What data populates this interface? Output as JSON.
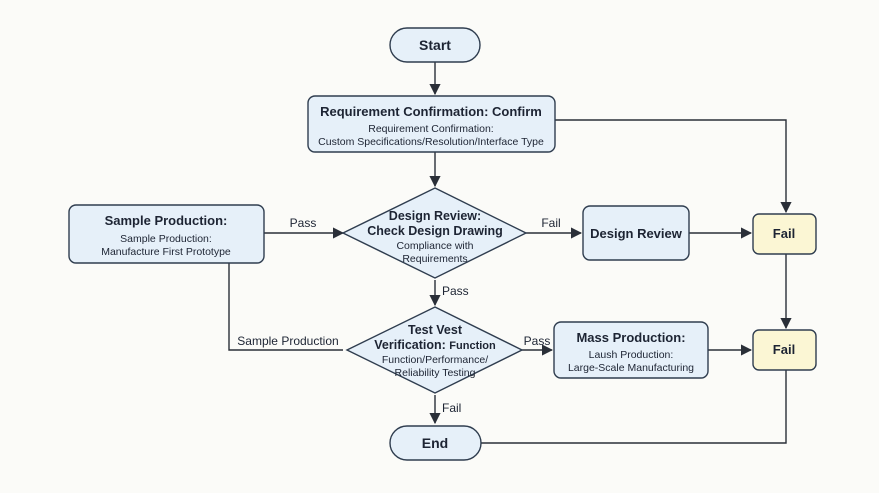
{
  "nodes": {
    "start": {
      "label": "Start"
    },
    "requirement": {
      "title": "Requirement Confirmation: Confirm",
      "line1": "Requirement Confirmation:",
      "line2": "Custom Specifications/Resolution/Interface Type"
    },
    "sample_production": {
      "title": "Sample Production:",
      "line1": "Sample Production:",
      "line2": "Manufacture First Prototype"
    },
    "design_review_decision": {
      "title1": "Design Review:",
      "title2": "Check Design Drawing",
      "line1": "Compliance with",
      "line2": "Requirements"
    },
    "design_review_box": {
      "label": "Design Review"
    },
    "fail_top": {
      "label": "Fail"
    },
    "test_decision": {
      "title1": "Test Vest",
      "title2a": "Verification:",
      "title2b": "Function",
      "line1": "Function/Performance/",
      "line2": "Reliability Testing"
    },
    "mass_production": {
      "title": "Mass Production:",
      "line1": "Laush Production:",
      "line2": "Large-Scale Manufacturing"
    },
    "fail_bottom": {
      "label": "Fail"
    },
    "end": {
      "label": "End"
    }
  },
  "edge_labels": {
    "sample_to_review": "Pass",
    "review_to_box": "Fail",
    "review_to_test": "Pass",
    "sample_path": "Sample Production",
    "test_to_mass": "Pass",
    "test_to_end": "Fail"
  }
}
